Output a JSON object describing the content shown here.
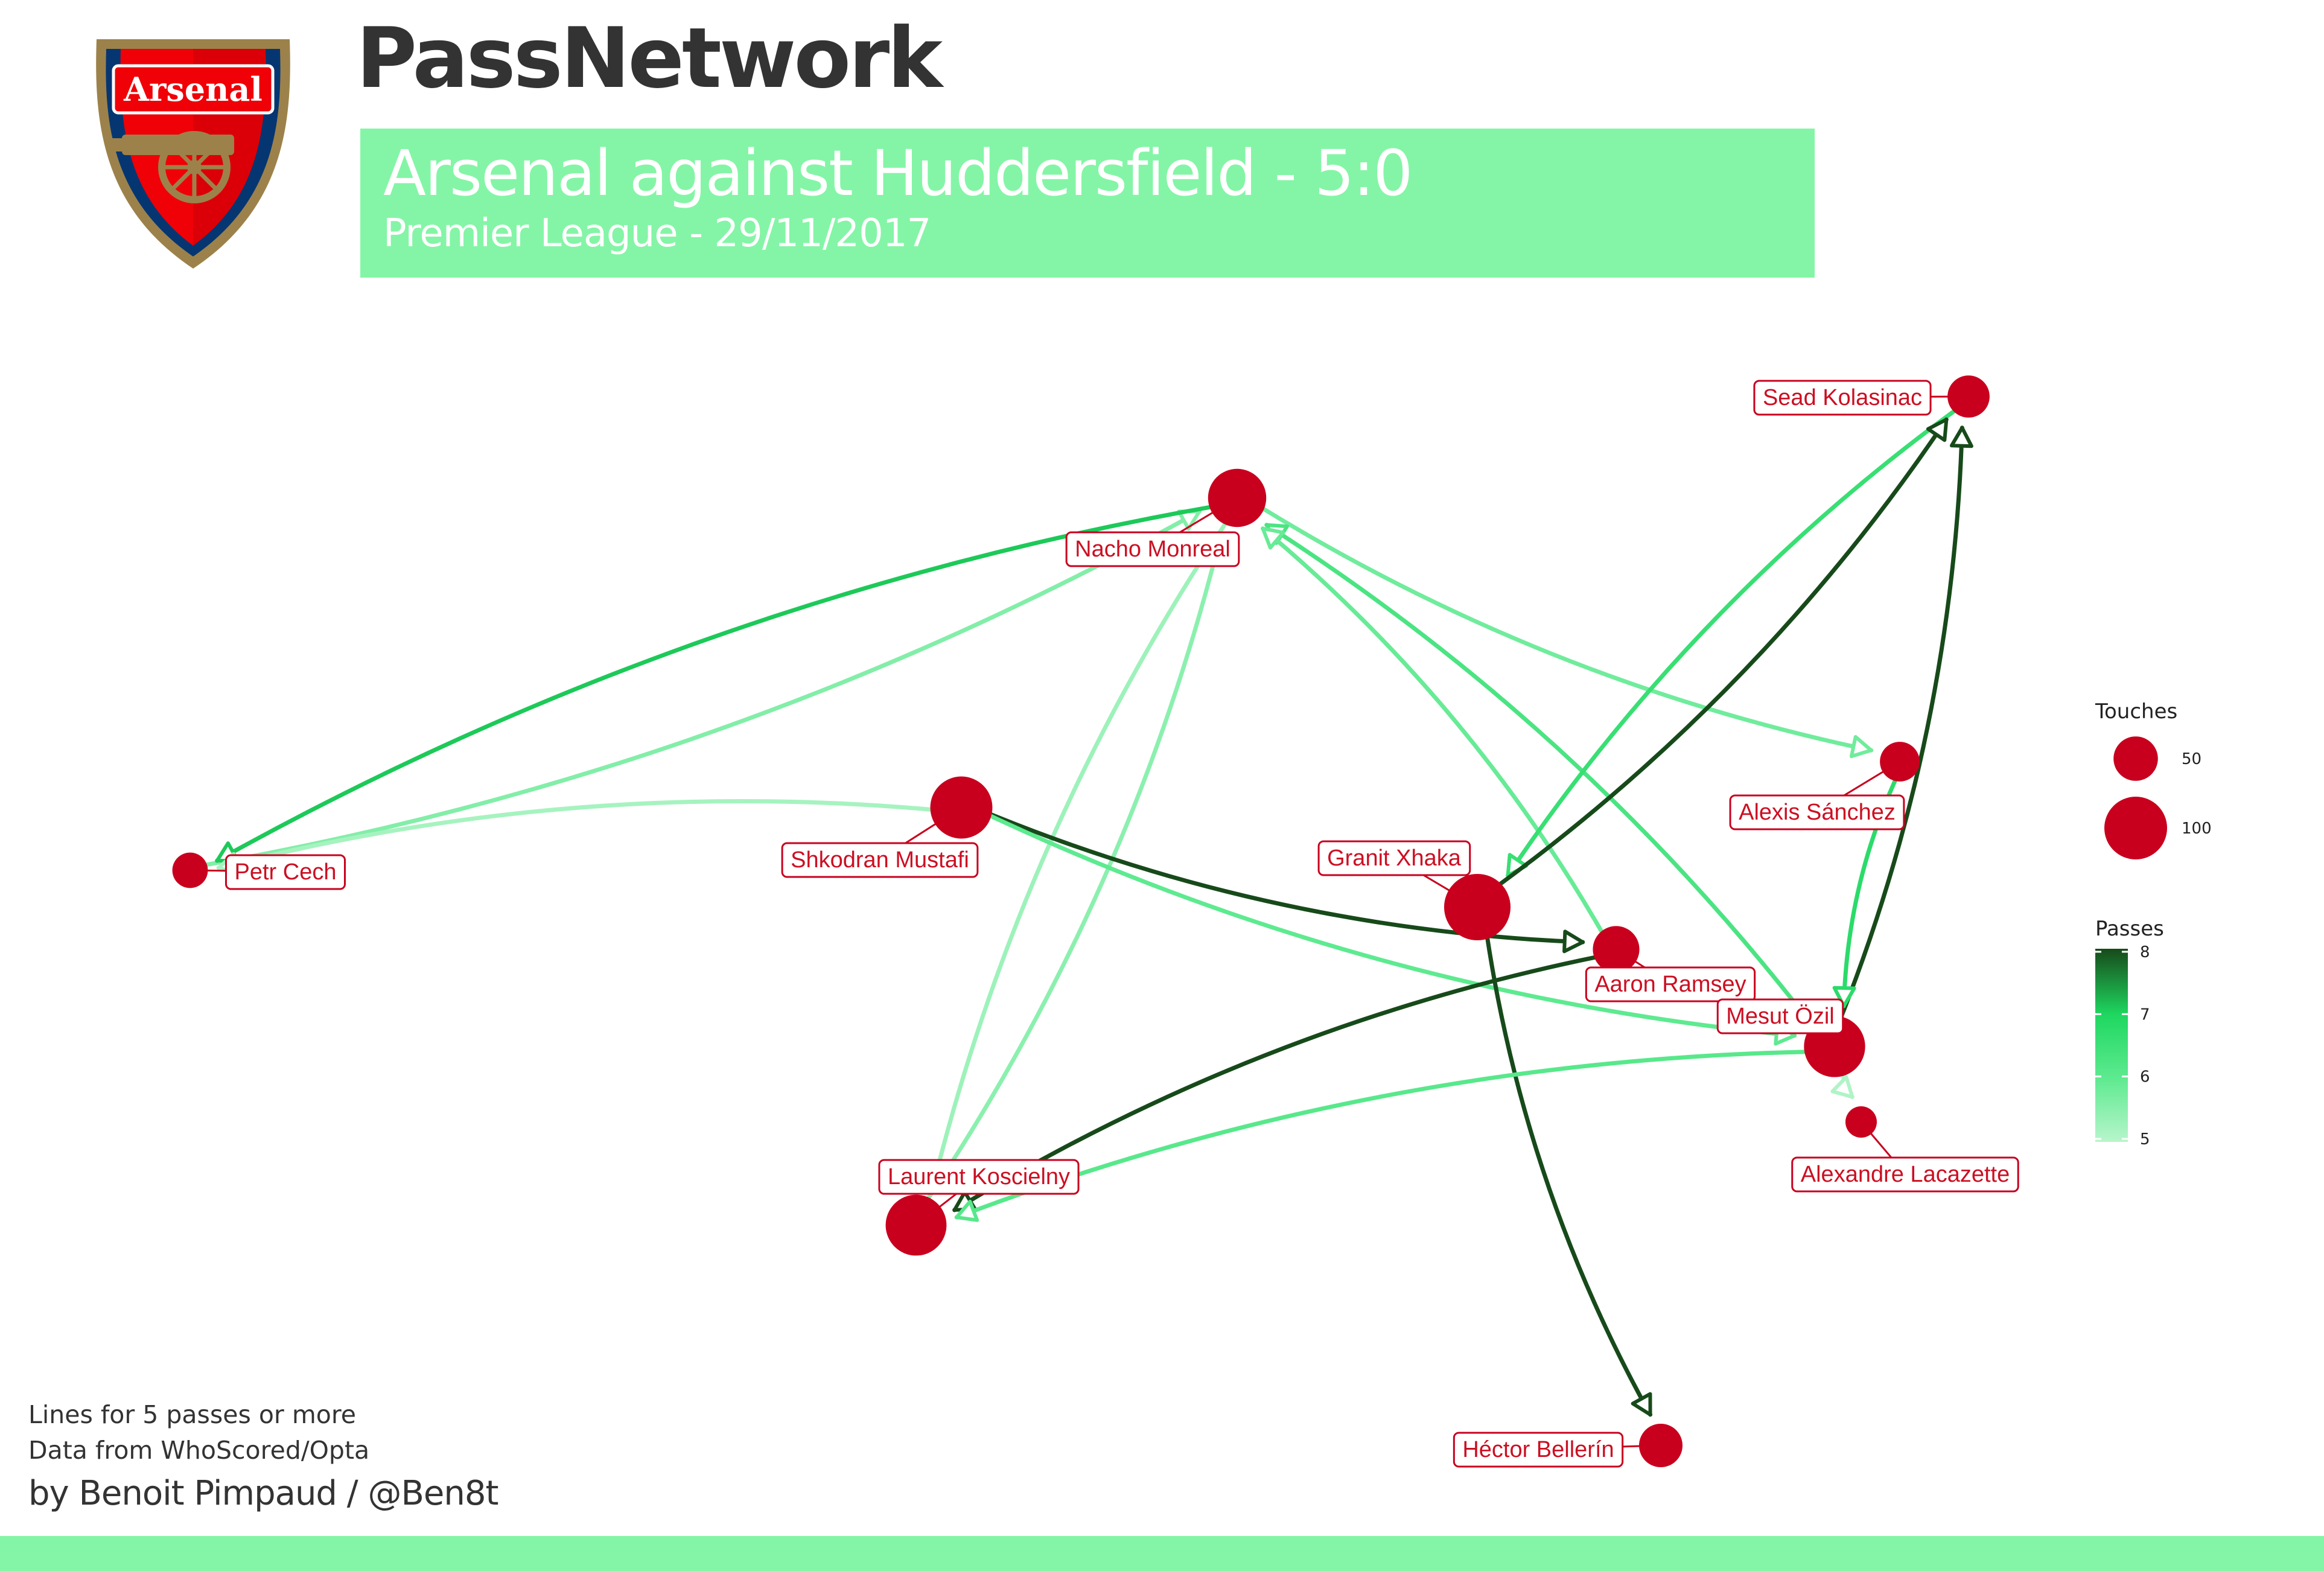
{
  "header": {
    "title": "PassNetwork",
    "match": "Arsenal against Huddersfield - 5:0",
    "subtitle": "Premier League - 29/11/2017",
    "crest_text": "Arsenal"
  },
  "colors": {
    "accent": "#84f5a6",
    "node": "#c8001e",
    "label": "#cc0f22",
    "title": "#333333",
    "crest_red": "#ef0107",
    "crest_navy": "#063672",
    "crest_gold": "#9c824a"
  },
  "players": [
    {
      "name": "Sead Kolasinac",
      "touches": 45
    },
    {
      "name": "Nacho Monreal",
      "touches": 86
    },
    {
      "name": "Alexis Sánchez",
      "touches": 40
    },
    {
      "name": "Shkodran Mustafi",
      "touches": 98
    },
    {
      "name": "Petr Cech",
      "touches": 32
    },
    {
      "name": "Granit Xhaka",
      "touches": 112
    },
    {
      "name": "Aaron Ramsey",
      "touches": 55
    },
    {
      "name": "Mesut Özil",
      "touches": 95
    },
    {
      "name": "Alexandre Lacazette",
      "touches": 25
    },
    {
      "name": "Laurent Koscielny",
      "touches": 94
    },
    {
      "name": "Héctor Bellerín",
      "touches": 48
    }
  ],
  "passes": [
    {
      "from": "Petr Cech",
      "to": "Nacho Monreal",
      "count": 5.6
    },
    {
      "from": "Nacho Monreal",
      "to": "Petr Cech",
      "count": 7.1
    },
    {
      "from": "Shkodran Mustafi",
      "to": "Petr Cech",
      "count": 5.2
    },
    {
      "from": "Nacho Monreal",
      "to": "Alexis Sánchez",
      "count": 5.8
    },
    {
      "from": "Mesut Özil",
      "to": "Nacho Monreal",
      "count": 6.3
    },
    {
      "from": "Aaron Ramsey",
      "to": "Nacho Monreal",
      "count": 5.9
    },
    {
      "from": "Nacho Monreal",
      "to": "Laurent Koscielny",
      "count": 5.3
    },
    {
      "from": "Laurent Koscielny",
      "to": "Nacho Monreal",
      "count": 5.5
    },
    {
      "from": "Sead Kolasinac",
      "to": "Granit Xhaka",
      "count": 6.6
    },
    {
      "from": "Granit Xhaka",
      "to": "Sead Kolasinac",
      "count": 8.0
    },
    {
      "from": "Mesut Özil",
      "to": "Sead Kolasinac",
      "count": 8.0
    },
    {
      "from": "Alexis Sánchez",
      "to": "Mesut Özil",
      "count": 6.8
    },
    {
      "from": "Shkodran Mustafi",
      "to": "Aaron Ramsey",
      "count": 8.0
    },
    {
      "from": "Shkodran Mustafi",
      "to": "Mesut Özil",
      "count": 6.0
    },
    {
      "from": "Granit Xhaka",
      "to": "Héctor Bellerín",
      "count": 8.0
    },
    {
      "from": "Aaron Ramsey",
      "to": "Laurent Koscielny",
      "count": 8.0
    },
    {
      "from": "Mesut Özil",
      "to": "Laurent Koscielny",
      "count": 6.1
    },
    {
      "from": "Mesut Özil",
      "to": "Alexandre Lacazette",
      "count": 5.1
    }
  ],
  "legend": {
    "touches": {
      "title": "Touches",
      "entries": [
        {
          "label": "50",
          "value": 50
        },
        {
          "label": "100",
          "value": 100
        }
      ]
    },
    "passes": {
      "title": "Passes",
      "ticks": [
        {
          "label": "8",
          "value": 8
        },
        {
          "label": "7",
          "value": 7
        },
        {
          "label": "6",
          "value": 6
        },
        {
          "label": "5",
          "value": 5
        }
      ],
      "range": [
        5,
        8
      ]
    }
  },
  "footer": {
    "note1": "Lines for 5 passes or more",
    "note2": "Data from WhoScored/Opta",
    "credit": "by Benoit Pimpaud / @Ben8t"
  }
}
